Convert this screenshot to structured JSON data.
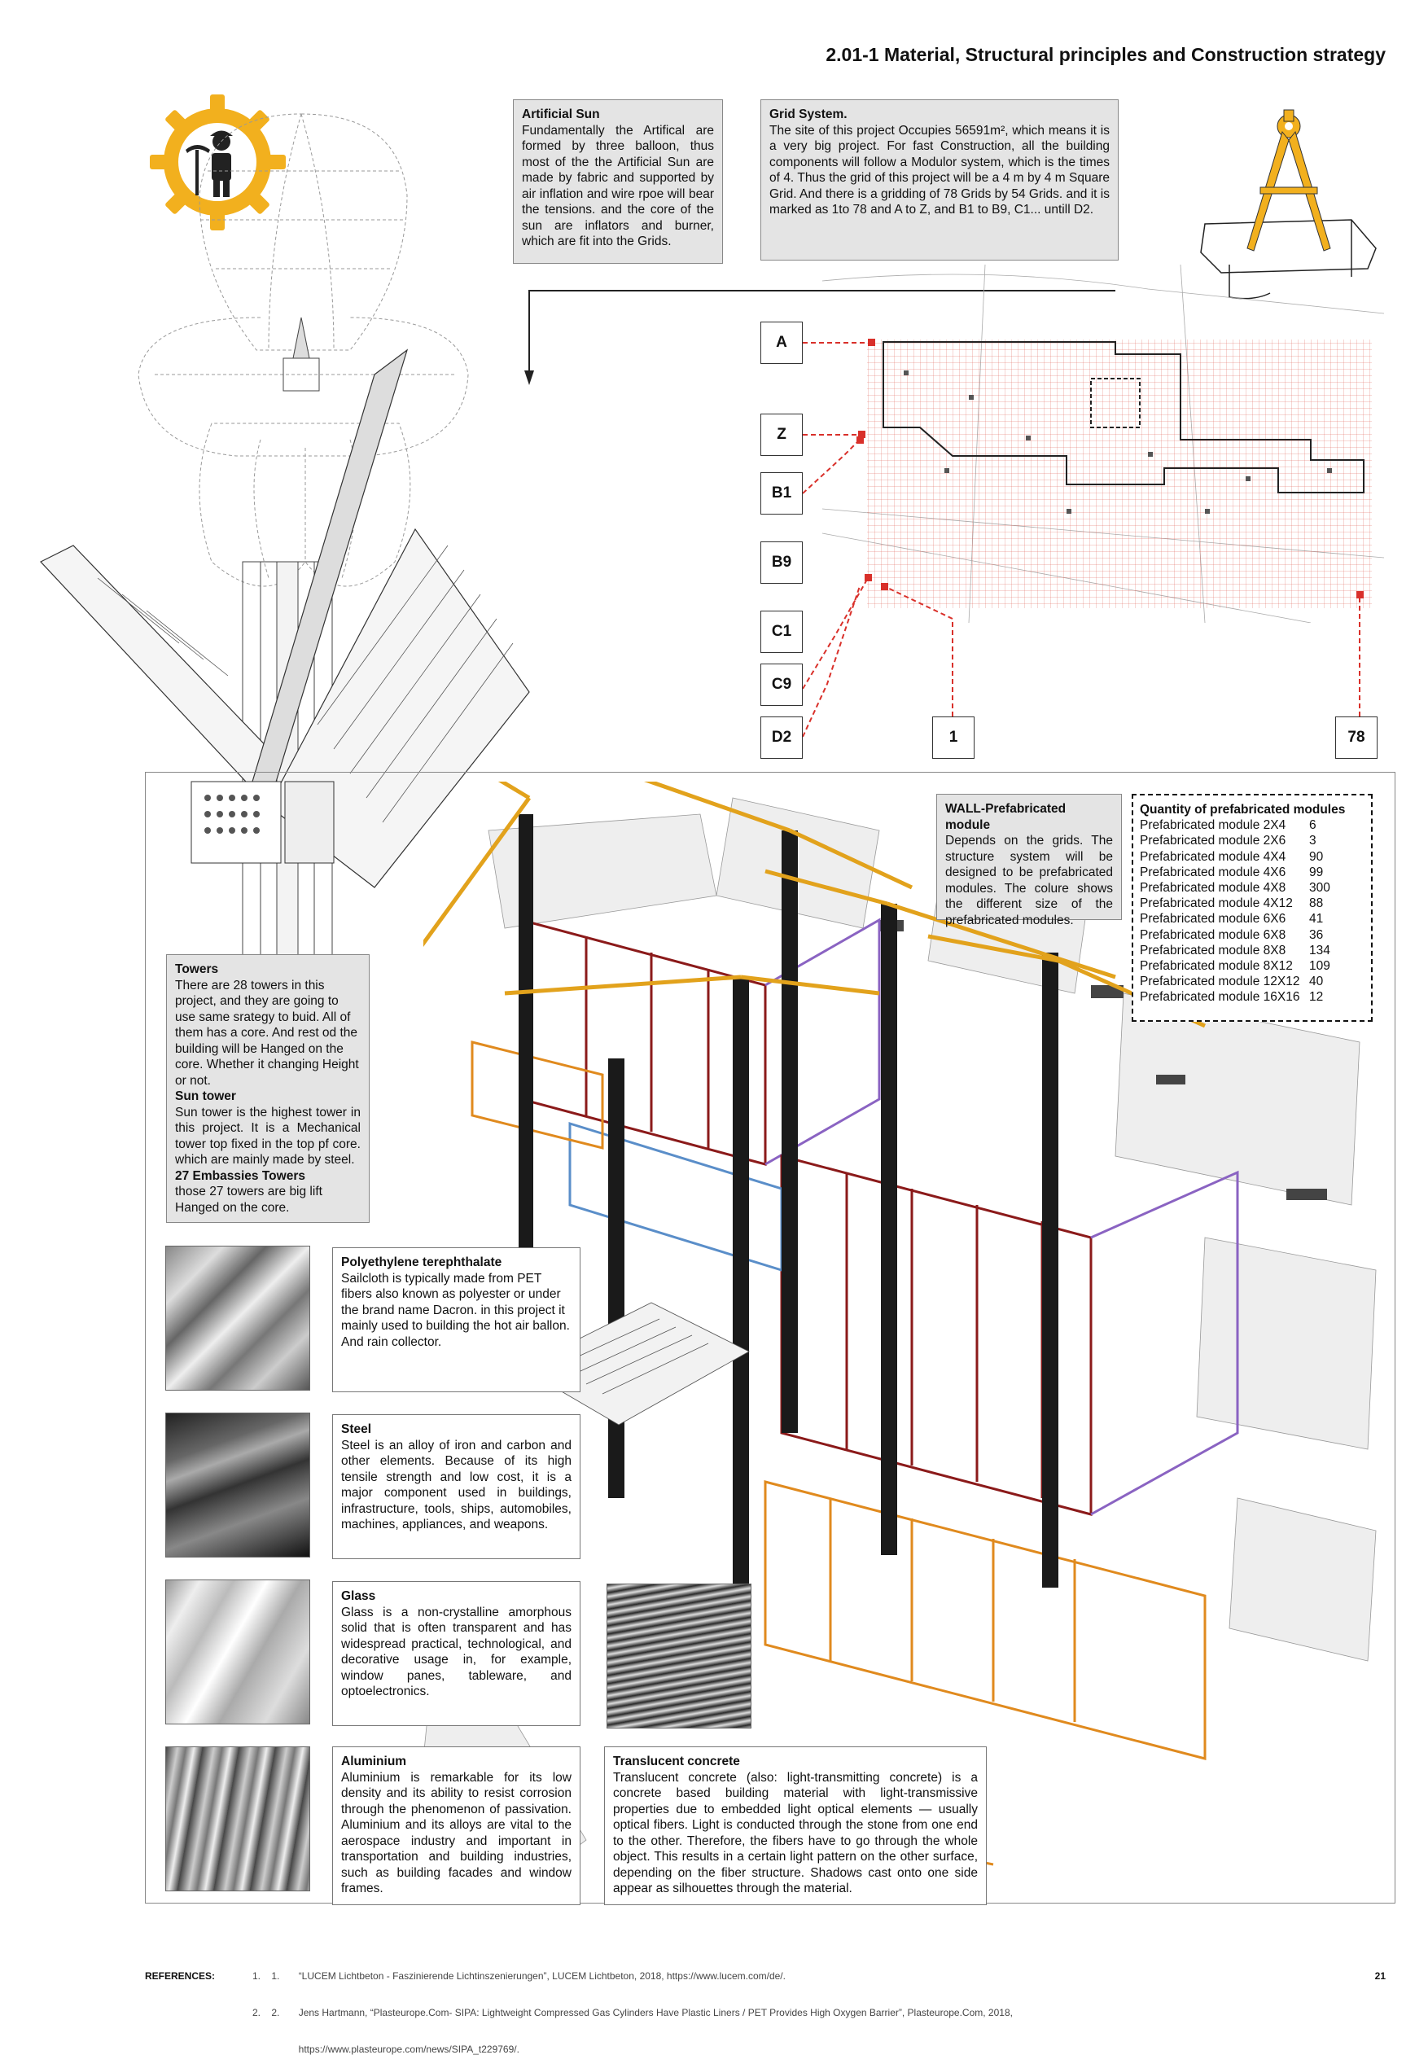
{
  "page_title": "2.01-1 Material, Structural principles and Construction strategy",
  "artificial_sun": {
    "heading": "Artificial Sun",
    "text": "Fundamentally the Artifical are formed by three balloon, thus most of the the Artificial Sun are made by fabric and supported by air inflation and wire rpoe will bear the tensions. and the core of the sun are inflators and burner, which are fit into the Grids."
  },
  "grid_system": {
    "heading": "Grid System.",
    "text": "The site of this project Occupies 56591m², which means it is a very big project. For fast Construction, all the building components will follow a Modulor system, which is the times of 4. Thus the grid of this project will be a 4 m by 4 m Square Grid. And there is a gridding of 78 Grids by 54 Grids. and it is marked as 1to 78 and A to Z, and B1 to B9, C1... untill D2."
  },
  "grid_labels": [
    "A",
    "Z",
    "B1",
    "B9",
    "C1",
    "C9",
    "D2"
  ],
  "grid_numbers": [
    "1",
    "78"
  ],
  "wall_module": {
    "heading": "WALL-Prefabricated module",
    "text": "Depends on the grids. The structure system will be designed to be prefabricated modules. The colure shows the different size of the prefabricated modules."
  },
  "quantity": {
    "heading": "Quantity of prefabricated modules",
    "rows": [
      {
        "name": "Prefabricated module 2X4",
        "count": "6"
      },
      {
        "name": "Prefabricated module 2X6",
        "count": "3"
      },
      {
        "name": "Prefabricated module 4X4",
        "count": "90"
      },
      {
        "name": "Prefabricated module 4X6",
        "count": "99"
      },
      {
        "name": "Prefabricated module 4X8",
        "count": "300"
      },
      {
        "name": "Prefabricated module 4X12",
        "count": "88"
      },
      {
        "name": "Prefabricated module 6X6",
        "count": "41"
      },
      {
        "name": "Prefabricated module 6X8",
        "count": "36"
      },
      {
        "name": "Prefabricated module 8X8",
        "count": "134"
      },
      {
        "name": "Prefabricated module 8X12",
        "count": "109"
      },
      {
        "name": "Prefabricated module 12X12",
        "count": "40"
      },
      {
        "name": "Prefabricated module 16X16",
        "count": "12"
      }
    ]
  },
  "towers": {
    "heading": "Towers",
    "text": "There are 28 towers in this project, and they are going to use same srategy to buid. All of them has a core. And rest od the building will be Hanged on the core. Whether it changing Height or not.",
    "sun_heading": "Sun tower",
    "sun_text": "Sun tower is the highest tower in this project. It is a Mechanical tower top fixed in the top pf core. which are mainly made by steel.",
    "emb_heading": "27 Embassies Towers",
    "emb_text": "those 27 towers are big lift Hanged on the core."
  },
  "materials": {
    "pet": {
      "heading": "Polyethylene terephthalate",
      "text": "Sailcloth is typically made from PET fibers also known as polyester or under the brand name Dacron. in this project it mainly used to building the hot air ballon. And rain collector."
    },
    "steel": {
      "heading": "Steel",
      "text": "Steel is an alloy of iron and carbon and other elements. Because of its high tensile strength and low cost, it is a major component used in buildings, infrastructure, tools, ships, automobiles, machines, appliances, and weapons."
    },
    "glass": {
      "heading": "Glass",
      "text": "Glass is a non-crystalline amorphous solid that is often transparent and has widespread practical, technological, and decorative usage in, for example, window panes, tableware, and optoelectronics."
    },
    "aluminium": {
      "heading": "Aluminium",
      "text": "Aluminium is remarkable for its low density and its ability to resist corrosion through the phenomenon of passivation. Aluminium and its alloys are vital to the aerospace industry and important in transportation and building industries, such as building facades and window frames."
    },
    "concrete": {
      "heading": "Translucent concrete",
      "text": "Translucent concrete (also: light-transmitting concrete) is a concrete based building material with light-transmissive properties due to embedded light optical elements — usually optical fibers. Light is conducted through the stone from one end to the other. Therefore, the fibers have to go through the whole object. This results in a certain light pattern on the other surface, depending on the fiber structure. Shadows cast onto one side appear as silhouettes through the material."
    }
  },
  "references": {
    "label": "REFERENCES:",
    "items": [
      "1.    1.       “LUCEM Lichtbeton - Faszinierende Lichtinszenierungen”, LUCEM Lichtbeton, 2018, https://www.lucem.com/de/.",
      "2.    2.       Jens Hartmann, “Plasteurope.Com- SIPA: Lightweight Compressed Gas Cylinders Have Plastic Liners / PET Provides High Oxygen Barrier”, Plasteurope.Com, 2018,",
      "                 https://www.plasteurope.com/news/SIPA_t229769/."
    ]
  },
  "page_number": "21",
  "colors": {
    "accent_yellow": "#f2b01e",
    "grid_red": "#d9302a",
    "module_red": "#8b1a1a",
    "module_purple": "#8a63c2",
    "module_blue": "#5a8ec9",
    "module_orange": "#e08a1e"
  },
  "icons": [
    "worker-gear-icon",
    "compass-icon"
  ]
}
